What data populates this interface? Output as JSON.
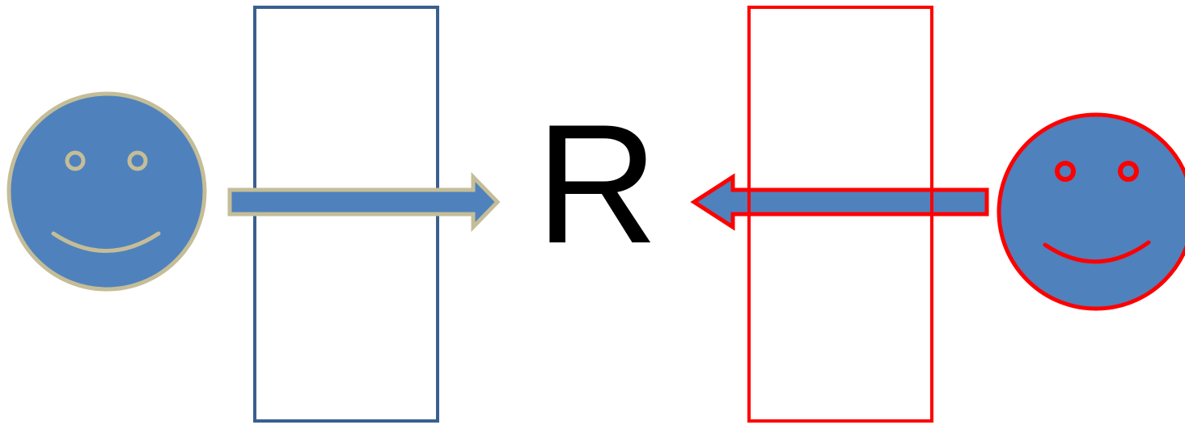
{
  "center_label": "R",
  "colors": {
    "face_fill": "#4f81bd",
    "left_outline": "#c4bd97",
    "right_outline": "#ff0000",
    "left_box_stroke": "#3a5f8f",
    "right_box_stroke": "#ff0000",
    "label_color": "#000000",
    "background": "#ffffff"
  },
  "elements": {
    "left_face": {
      "icon": "smiley-face-icon",
      "direction": "faces-right"
    },
    "left_arrow": {
      "icon": "arrow-right-icon",
      "points_to": "R"
    },
    "right_face": {
      "icon": "smiley-face-icon",
      "direction": "faces-left"
    },
    "right_arrow": {
      "icon": "arrow-left-icon",
      "points_to": "R"
    }
  }
}
